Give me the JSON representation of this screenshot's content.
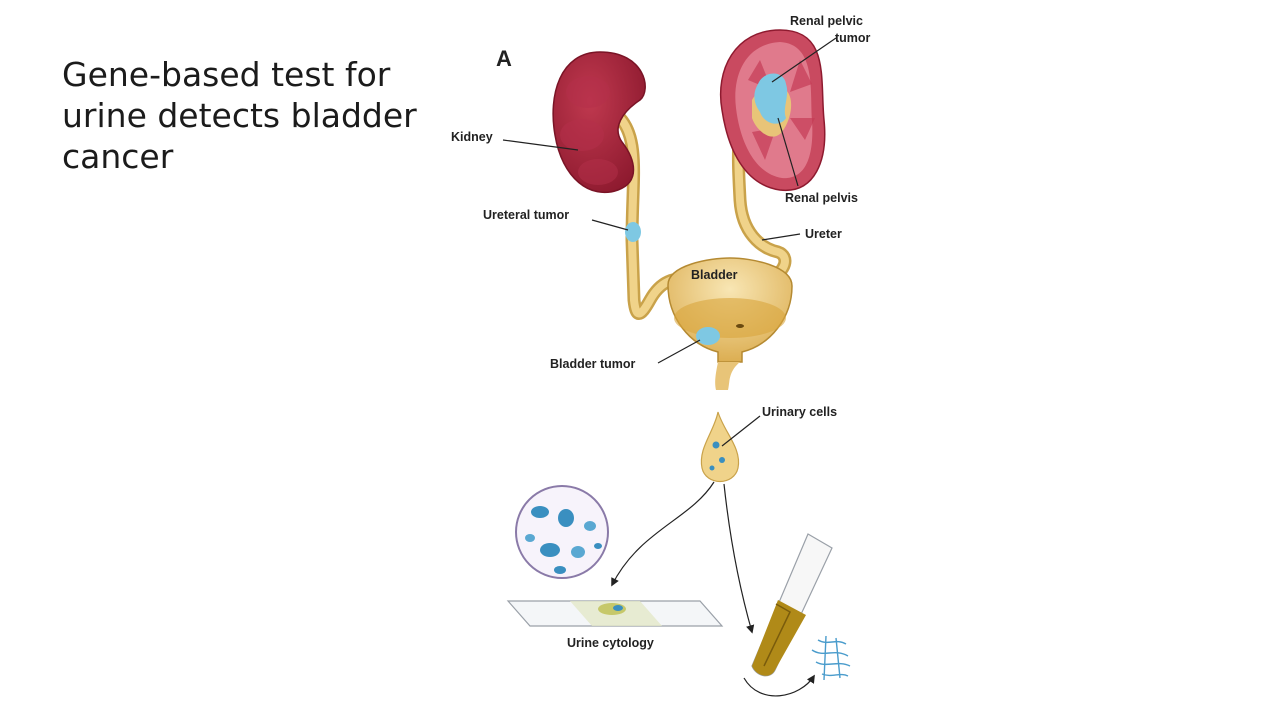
{
  "slide": {
    "title": "Gene-based test for\nurine detects bladder\ncancer"
  },
  "figure": {
    "panel": "A",
    "labels": {
      "kidney": "Kidney",
      "renal_pelvic_tumor_line1": "Renal pelvic",
      "renal_pelvic_tumor_line2": "tumor",
      "renal_pelvis": "Renal pelvis",
      "ureteral_tumor": "Ureteral tumor",
      "ureter": "Ureter",
      "bladder": "Bladder",
      "bladder_tumor": "Bladder tumor",
      "urinary_cells": "Urinary cells",
      "urine_cytology": "Urine cytology"
    },
    "colors": {
      "kidney": "#a3203a",
      "kidney_section": "#d86478",
      "urine": "#e8c478",
      "tumor": "#7ec8e3",
      "cells": "#3a8fc0",
      "sediment": "#b08a18"
    }
  }
}
